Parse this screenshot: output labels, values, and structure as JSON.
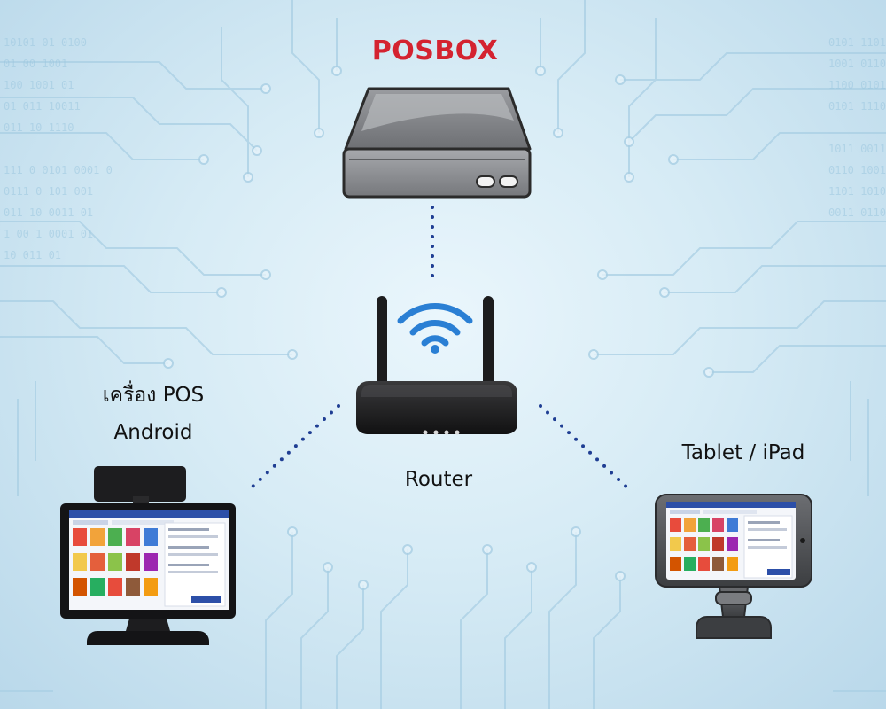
{
  "colors": {
    "brand_red": "#d42330",
    "link_dots": "#1f3e93",
    "wifi_blue": "#2a7fd4",
    "circuit_line": "#9cc7df"
  },
  "devices": {
    "posbox": {
      "label": "POSBOX",
      "icon": "posbox-server-icon"
    },
    "router": {
      "label": "Router",
      "icon": "wifi-router-icon"
    },
    "pos_terminal": {
      "label_line1": "เครื่อง POS",
      "label_line2": "Android",
      "icon": "pos-terminal-icon"
    },
    "tablet": {
      "label": "Tablet / iPad",
      "icon": "tablet-stand-icon"
    }
  },
  "connections": [
    {
      "from": "router",
      "to": "posbox",
      "style": "dotted"
    },
    {
      "from": "router",
      "to": "pos_terminal",
      "style": "dotted"
    },
    {
      "from": "router",
      "to": "tablet",
      "style": "dotted"
    }
  ]
}
